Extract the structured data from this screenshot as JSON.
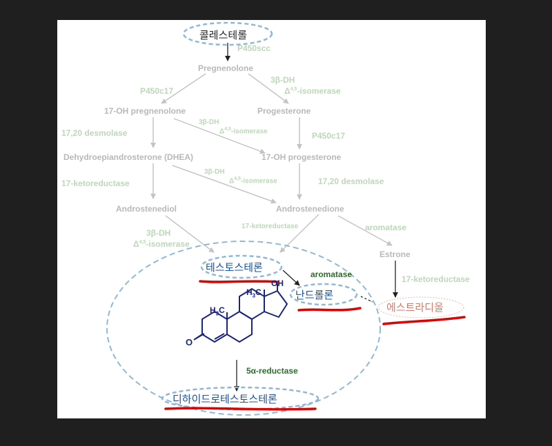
{
  "nodes": {
    "cholesterol": "콜레스테롤",
    "pregnenolone": "Pregnenolone",
    "oh17_pregnenolone": "17-OH pregnenolone",
    "progesterone": "Progesterone",
    "dhea": "Dehydroepiandrosterone (DHEA)",
    "oh17_progesterone": "17-OH progesterone",
    "androstenediol": "Androstenediol",
    "androstenedione": "Androstenedione",
    "estrone": "Estrone",
    "testosterone": "테스토스테론",
    "nandrolone": "난드롤론",
    "estradiol": "에스트라디올",
    "dht": "디하이드로테스토스테론"
  },
  "enzymes": {
    "p450scc": "P450scc",
    "p450c17_left": "P450c17",
    "dh3b_right": "3β-DH",
    "isomerase_right": "Δ4,5-isomerase",
    "desmolase_left": "17,20 desmolase",
    "dh3b_mid1": "3β-DH",
    "isomerase_mid1": "Δ4,5-isomerase",
    "p450c17_right": "P450c17",
    "dh3b_mid2": "3β-DH",
    "isomerase_mid2": "Δ4,5-isomerase",
    "ketoreductase_left": "17-ketoreductase",
    "desmolase_right": "17,20 desmolase",
    "ketoreductase_mid": "17-ketoreductase",
    "aromatase_right": "aromatase",
    "dh3b_bottom": "3β-DH",
    "isomerase_bottom": "Δ4,5-isomerase",
    "ketoreductase_right": "17-ketoreductase",
    "aromatase_green": "aromatase",
    "reductase_5a": "5α-reductase"
  },
  "structure": {
    "h3c_top": "H3C",
    "oh": "OH",
    "h3c_left": "H3C",
    "oxygen": "O"
  },
  "colors": {
    "faded_text": "#b8b8b8",
    "enzyme_green": "#bcd8b8",
    "highlight_blue": "#1a4fa0",
    "dashed_outline": "#8fb8d8",
    "underline_red": "#e00000",
    "dark_green": "#2f6b2f"
  }
}
